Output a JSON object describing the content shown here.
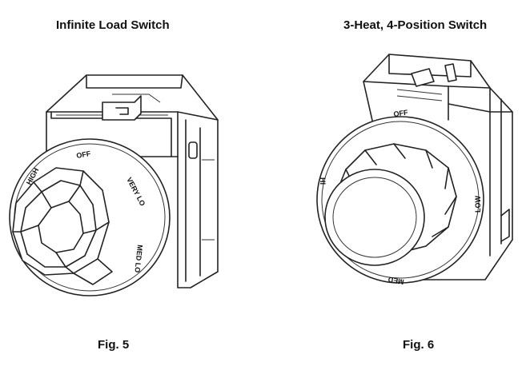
{
  "figures": [
    {
      "title": "Infinite Load Switch",
      "caption": "Fig. 5",
      "dial_labels": {
        "high": "HIGH",
        "off": "OFF",
        "very_lo": "VERY LO",
        "med_lo": "MED LO"
      }
    },
    {
      "title": "3-Heat, 4-Position Switch",
      "caption": "Fig. 6",
      "dial_labels": {
        "off": "OFF",
        "low": "LOW",
        "hi": "HI",
        "med": "MED"
      }
    }
  ]
}
